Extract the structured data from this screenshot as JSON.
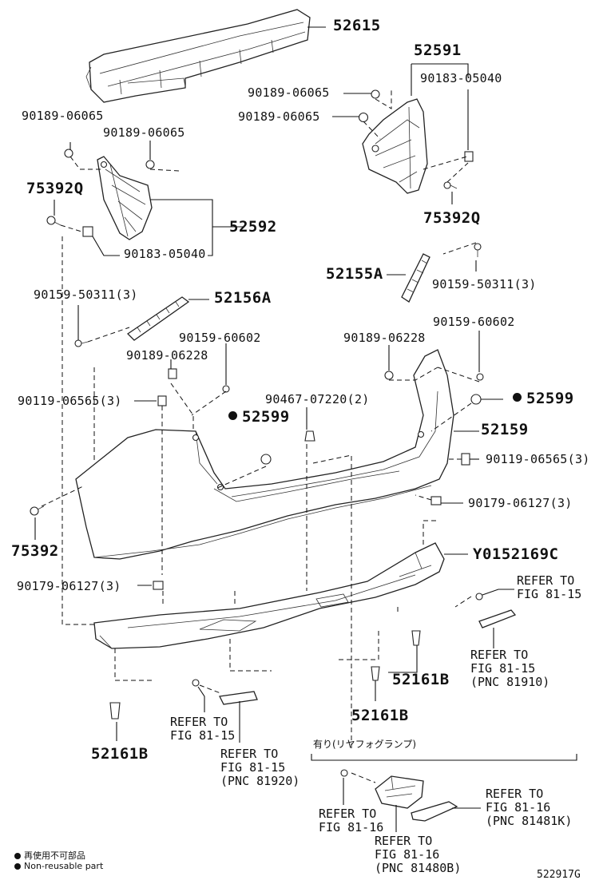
{
  "labels": {
    "p52615": "52615",
    "p52591": "52591",
    "p90189_a": "90189-06065",
    "p90183_a": "90183-05040",
    "p90189_b": "90189-06065",
    "p90189_c": "90189-06065",
    "p90189_d": "90189-06065",
    "p75392q_l": "75392Q",
    "p52592": "52592",
    "p75392q_r": "75392Q",
    "p90183_b": "90183-05040",
    "p52155a": "52155A",
    "p90159_r": "90159-50311(3)",
    "p90159_l": "90159-50311(3)",
    "p52156a": "52156A",
    "p90159_6060_l": "90159-60602",
    "p90189_06228_r": "90189-06228",
    "p90159_6060_r": "90159-60602",
    "p90189_06228_l": "90189-06228",
    "p90119_l": "90119-06565(3)",
    "p90467": "90467-07220(2)",
    "p52599_r": "52599",
    "p52599_l": "52599",
    "p52159": "52159",
    "p90119_r": "90119-06565(3)",
    "p90179_r": "90179-06127(3)",
    "p75392": "75392",
    "p52169c": "Y0152169C",
    "p90179_l": "90179-06127(3)",
    "p52161b_r": "52161B",
    "p52161b_m": "52161B",
    "p52161b_l": "52161B",
    "fog_header": "有り(リヤフォグランプ)",
    "diagram_id": "522917G"
  },
  "refs": {
    "r1": [
      "REFER TO",
      "FIG 81-15"
    ],
    "r2": [
      "REFER TO",
      "FIG 81-15",
      "(PNC 81910)"
    ],
    "r3": [
      "REFER TO",
      "FIG 81-15"
    ],
    "r4": [
      "REFER TO",
      "FIG 81-15",
      "(PNC 81920)"
    ],
    "r5": [
      "REFER TO",
      "FIG 81-16"
    ],
    "r6": [
      "REFER TO",
      "FIG 81-16",
      "(PNC 81481K)"
    ],
    "r7": [
      "REFER TO",
      "FIG 81-16",
      "(PNC 81480B)"
    ]
  },
  "legend": {
    "jp": "再使用不可部品",
    "en": "Non-reusable part"
  }
}
